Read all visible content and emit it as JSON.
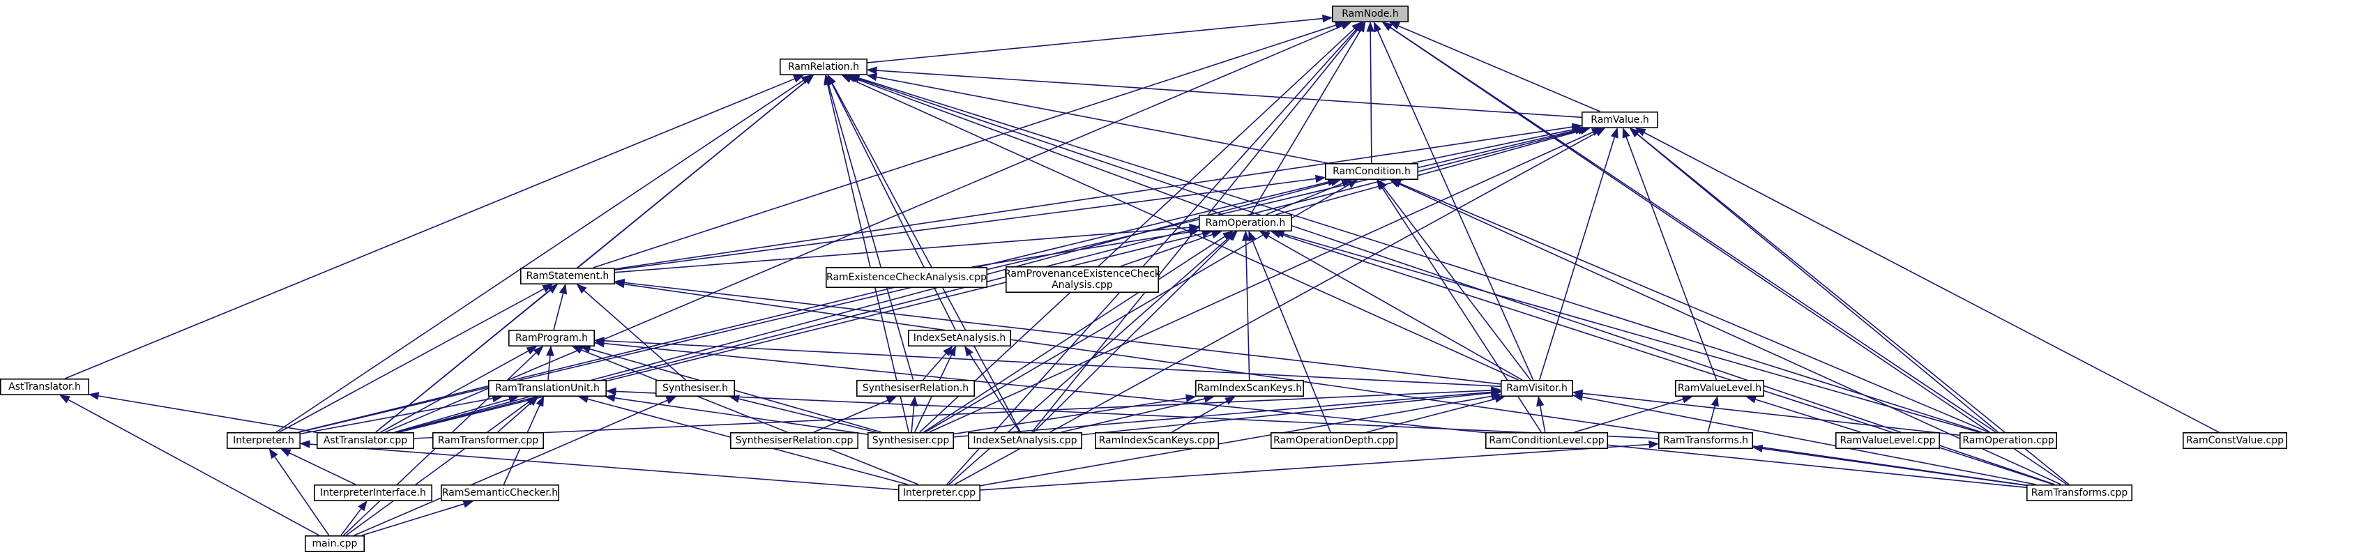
{
  "nodes": [
    {
      "id": "RamNode.h",
      "lines": [
        "RamNode.h"
      ],
      "root": true
    },
    {
      "id": "RamRelation.h",
      "lines": [
        "RamRelation.h"
      ]
    },
    {
      "id": "RamValue.h",
      "lines": [
        "RamValue.h"
      ]
    },
    {
      "id": "RamCondition.h",
      "lines": [
        "RamCondition.h"
      ]
    },
    {
      "id": "RamOperation.h",
      "lines": [
        "RamOperation.h"
      ]
    },
    {
      "id": "RamStatement.h",
      "lines": [
        "RamStatement.h"
      ]
    },
    {
      "id": "RamExistenceCheckAnalysis.cpp",
      "lines": [
        "RamExistenceCheckAnalysis.cpp"
      ]
    },
    {
      "id": "RamProvenanceExistenceCheckAnalysis.cpp",
      "lines": [
        "RamProvenanceExistenceCheck",
        "Analysis.cpp"
      ]
    },
    {
      "id": "RamProgram.h",
      "lines": [
        "RamProgram.h"
      ]
    },
    {
      "id": "IndexSetAnalysis.h",
      "lines": [
        "IndexSetAnalysis.h"
      ]
    },
    {
      "id": "AstTranslator.h",
      "lines": [
        "AstTranslator.h"
      ]
    },
    {
      "id": "RamTranslationUnit.h",
      "lines": [
        "RamTranslationUnit.h"
      ]
    },
    {
      "id": "Synthesiser.h",
      "lines": [
        "Synthesiser.h"
      ]
    },
    {
      "id": "SynthesiserRelation.h",
      "lines": [
        "SynthesiserRelation.h"
      ]
    },
    {
      "id": "RamIndexScanKeys.h",
      "lines": [
        "RamIndexScanKeys.h"
      ]
    },
    {
      "id": "RamVisitor.h",
      "lines": [
        "RamVisitor.h"
      ]
    },
    {
      "id": "RamValueLevel.h",
      "lines": [
        "RamValueLevel.h"
      ]
    },
    {
      "id": "Interpreter.h",
      "lines": [
        "Interpreter.h"
      ]
    },
    {
      "id": "AstTranslator.cpp",
      "lines": [
        "AstTranslator.cpp"
      ]
    },
    {
      "id": "RamTransformer.cpp",
      "lines": [
        "RamTransformer.cpp"
      ]
    },
    {
      "id": "SynthesiserRelation.cpp",
      "lines": [
        "SynthesiserRelation.cpp"
      ]
    },
    {
      "id": "Synthesiser.cpp",
      "lines": [
        "Synthesiser.cpp"
      ]
    },
    {
      "id": "IndexSetAnalysis.cpp",
      "lines": [
        "IndexSetAnalysis.cpp"
      ]
    },
    {
      "id": "RamIndexScanKeys.cpp",
      "lines": [
        "RamIndexScanKeys.cpp"
      ]
    },
    {
      "id": "RamOperationDepth.cpp",
      "lines": [
        "RamOperationDepth.cpp"
      ]
    },
    {
      "id": "RamConditionLevel.cpp",
      "lines": [
        "RamConditionLevel.cpp"
      ]
    },
    {
      "id": "RamValueLevel.cpp",
      "lines": [
        "RamValueLevel.cpp"
      ]
    },
    {
      "id": "RamOperation.cpp",
      "lines": [
        "RamOperation.cpp"
      ]
    },
    {
      "id": "RamConstValue.cpp",
      "lines": [
        "RamConstValue.cpp"
      ]
    },
    {
      "id": "RamTransforms.h",
      "lines": [
        "RamTransforms.h"
      ]
    },
    {
      "id": "RamSemanticChecker.h",
      "lines": [
        "RamSemanticChecker.h"
      ]
    },
    {
      "id": "InterpreterInterface.h",
      "lines": [
        "InterpreterInterface.h"
      ]
    },
    {
      "id": "Interpreter.cpp",
      "lines": [
        "Interpreter.cpp"
      ]
    },
    {
      "id": "RamTransforms.cpp",
      "lines": [
        "RamTransforms.cpp"
      ]
    },
    {
      "id": "main.cpp",
      "lines": [
        "main.cpp"
      ]
    }
  ],
  "edges": [
    [
      "RamRelation.h",
      "RamNode.h"
    ],
    [
      "RamValue.h",
      "RamNode.h"
    ],
    [
      "RamCondition.h",
      "RamNode.h"
    ],
    [
      "RamOperation.h",
      "RamNode.h"
    ],
    [
      "RamStatement.h",
      "RamNode.h"
    ],
    [
      "RamVisitor.h",
      "RamNode.h"
    ],
    [
      "AstTranslator.cpp",
      "RamNode.h"
    ],
    [
      "Synthesiser.cpp",
      "RamNode.h"
    ],
    [
      "RamOperation.cpp",
      "RamNode.h"
    ],
    [
      "RamTransforms.cpp",
      "RamNode.h"
    ],
    [
      "Interpreter.cpp",
      "RamNode.h"
    ],
    [
      "IndexSetAnalysis.cpp",
      "RamNode.h"
    ],
    [
      "RamValue.h",
      "RamRelation.h"
    ],
    [
      "RamCondition.h",
      "RamRelation.h"
    ],
    [
      "RamOperation.h",
      "RamRelation.h"
    ],
    [
      "RamStatement.h",
      "RamRelation.h"
    ],
    [
      "IndexSetAnalysis.h",
      "RamRelation.h"
    ],
    [
      "SynthesiserRelation.h",
      "RamRelation.h"
    ],
    [
      "RamVisitor.h",
      "RamRelation.h"
    ],
    [
      "AstTranslator.h",
      "RamRelation.h"
    ],
    [
      "Interpreter.h",
      "RamRelation.h"
    ],
    [
      "AstTranslator.cpp",
      "RamRelation.h"
    ],
    [
      "Synthesiser.cpp",
      "RamRelation.h"
    ],
    [
      "RamOperation.cpp",
      "RamRelation.h"
    ],
    [
      "RamTransforms.cpp",
      "RamRelation.h"
    ],
    [
      "IndexSetAnalysis.cpp",
      "RamRelation.h"
    ],
    [
      "RamCondition.h",
      "RamValue.h"
    ],
    [
      "RamOperation.h",
      "RamValue.h"
    ],
    [
      "RamStatement.h",
      "RamValue.h"
    ],
    [
      "RamVisitor.h",
      "RamValue.h"
    ],
    [
      "RamValueLevel.h",
      "RamValue.h"
    ],
    [
      "Interpreter.h",
      "RamValue.h"
    ],
    [
      "AstTranslator.cpp",
      "RamValue.h"
    ],
    [
      "Synthesiser.cpp",
      "RamValue.h"
    ],
    [
      "RamOperation.cpp",
      "RamValue.h"
    ],
    [
      "RamConstValue.cpp",
      "RamValue.h"
    ],
    [
      "RamTransforms.cpp",
      "RamValue.h"
    ],
    [
      "Interpreter.cpp",
      "RamValue.h"
    ],
    [
      "RamOperation.h",
      "RamCondition.h"
    ],
    [
      "RamStatement.h",
      "RamCondition.h"
    ],
    [
      "RamVisitor.h",
      "RamCondition.h"
    ],
    [
      "Interpreter.h",
      "RamCondition.h"
    ],
    [
      "AstTranslator.cpp",
      "RamCondition.h"
    ],
    [
      "Synthesiser.cpp",
      "RamCondition.h"
    ],
    [
      "RamConditionLevel.cpp",
      "RamCondition.h"
    ],
    [
      "RamOperation.cpp",
      "RamCondition.h"
    ],
    [
      "RamTransforms.cpp",
      "RamCondition.h"
    ],
    [
      "RamStatement.h",
      "RamOperation.h"
    ],
    [
      "RamExistenceCheckAnalysis.cpp",
      "RamOperation.h"
    ],
    [
      "RamProvenanceExistenceCheckAnalysis.cpp",
      "RamOperation.h"
    ],
    [
      "RamIndexScanKeys.h",
      "RamOperation.h"
    ],
    [
      "RamVisitor.h",
      "RamOperation.h"
    ],
    [
      "AstTranslator.cpp",
      "RamOperation.h"
    ],
    [
      "Synthesiser.cpp",
      "RamOperation.h"
    ],
    [
      "IndexSetAnalysis.cpp",
      "RamOperation.h"
    ],
    [
      "RamOperationDepth.cpp",
      "RamOperation.h"
    ],
    [
      "RamOperation.cpp",
      "RamOperation.h"
    ],
    [
      "RamTransforms.cpp",
      "RamOperation.h"
    ],
    [
      "Interpreter.cpp",
      "RamOperation.h"
    ],
    [
      "RamProgram.h",
      "RamStatement.h"
    ],
    [
      "Synthesiser.h",
      "RamStatement.h"
    ],
    [
      "Interpreter.h",
      "RamStatement.h"
    ],
    [
      "AstTranslator.cpp",
      "RamStatement.h"
    ],
    [
      "RamVisitor.h",
      "RamStatement.h"
    ],
    [
      "RamTransforms.cpp",
      "RamStatement.h"
    ],
    [
      "RamTranslationUnit.h",
      "RamProgram.h"
    ],
    [
      "AstTranslator.cpp",
      "RamProgram.h"
    ],
    [
      "Synthesiser.cpp",
      "RamProgram.h"
    ],
    [
      "Interpreter.cpp",
      "RamProgram.h"
    ],
    [
      "RamVisitor.h",
      "RamProgram.h"
    ],
    [
      "main.cpp",
      "RamProgram.h"
    ],
    [
      "RamTransforms.cpp",
      "RamProgram.h"
    ],
    [
      "IndexSetAnalysis.cpp",
      "IndexSetAnalysis.h"
    ],
    [
      "Synthesiser.cpp",
      "IndexSetAnalysis.h"
    ],
    [
      "SynthesiserRelation.h",
      "IndexSetAnalysis.h"
    ],
    [
      "AstTranslator.cpp",
      "AstTranslator.h"
    ],
    [
      "main.cpp",
      "AstTranslator.h"
    ],
    [
      "Interpreter.h",
      "RamTranslationUnit.h"
    ],
    [
      "AstTranslator.cpp",
      "RamTranslationUnit.h"
    ],
    [
      "RamTransformer.cpp",
      "RamTranslationUnit.h"
    ],
    [
      "RamSemanticChecker.h",
      "RamTranslationUnit.h"
    ],
    [
      "Synthesiser.cpp",
      "RamTranslationUnit.h"
    ],
    [
      "main.cpp",
      "RamTranslationUnit.h"
    ],
    [
      "RamTransforms.h",
      "RamTranslationUnit.h"
    ],
    [
      "Interpreter.cpp",
      "RamTranslationUnit.h"
    ],
    [
      "Synthesiser.cpp",
      "Synthesiser.h"
    ],
    [
      "main.cpp",
      "Synthesiser.h"
    ],
    [
      "Synthesiser.cpp",
      "SynthesiserRelation.h"
    ],
    [
      "SynthesiserRelation.cpp",
      "SynthesiserRelation.h"
    ],
    [
      "Synthesiser.cpp",
      "RamIndexScanKeys.h"
    ],
    [
      "IndexSetAnalysis.cpp",
      "RamIndexScanKeys.h"
    ],
    [
      "RamIndexScanKeys.cpp",
      "RamIndexScanKeys.h"
    ],
    [
      "Synthesiser.cpp",
      "RamVisitor.h"
    ],
    [
      "IndexSetAnalysis.cpp",
      "RamVisitor.h"
    ],
    [
      "RamOperationDepth.cpp",
      "RamVisitor.h"
    ],
    [
      "RamConditionLevel.cpp",
      "RamVisitor.h"
    ],
    [
      "RamOperation.cpp",
      "RamVisitor.h"
    ],
    [
      "Interpreter.cpp",
      "RamVisitor.h"
    ],
    [
      "RamTransforms.cpp",
      "RamVisitor.h"
    ],
    [
      "AstTranslator.cpp",
      "RamVisitor.h"
    ],
    [
      "RamConditionLevel.cpp",
      "RamValueLevel.h"
    ],
    [
      "RamValueLevel.cpp",
      "RamValueLevel.h"
    ],
    [
      "RamTransforms.h",
      "RamValueLevel.h"
    ],
    [
      "RamTransforms.cpp",
      "RamTransforms.h"
    ],
    [
      "Interpreter.cpp",
      "RamTransforms.h"
    ],
    [
      "main.cpp",
      "Interpreter.h"
    ],
    [
      "InterpreterInterface.h",
      "Interpreter.h"
    ],
    [
      "Interpreter.cpp",
      "Interpreter.h"
    ],
    [
      "main.cpp",
      "InterpreterInterface.h"
    ],
    [
      "main.cpp",
      "RamSemanticChecker.h"
    ]
  ]
}
